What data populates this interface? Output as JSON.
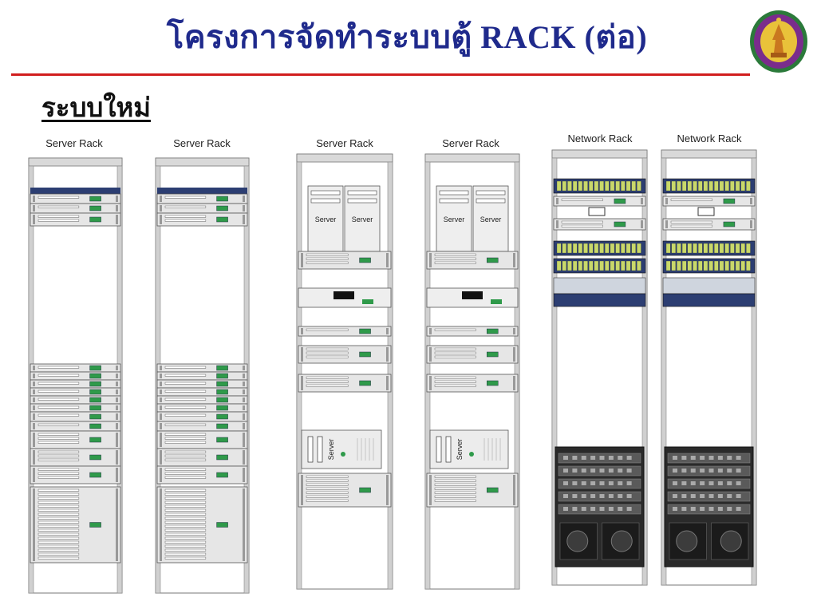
{
  "header": {
    "title": "โครงการจัดทำระบบตู้ RACK (ต่อ)",
    "subtitle": "ระบบใหม่"
  },
  "racks": [
    {
      "label": "Server Rack",
      "type": "server-a"
    },
    {
      "label": "Server Rack",
      "type": "server-a"
    },
    {
      "label": "Server Rack",
      "type": "server-b"
    },
    {
      "label": "Server Rack",
      "type": "server-b"
    },
    {
      "label": "Network Rack",
      "type": "network"
    },
    {
      "label": "Network Rack",
      "type": "network"
    }
  ],
  "tower_label": "Server",
  "colors": {
    "title": "#1f2a8c",
    "rule": "#d11d1d",
    "led": "#2f9a4a",
    "switch_blue": "#2c3e72"
  }
}
